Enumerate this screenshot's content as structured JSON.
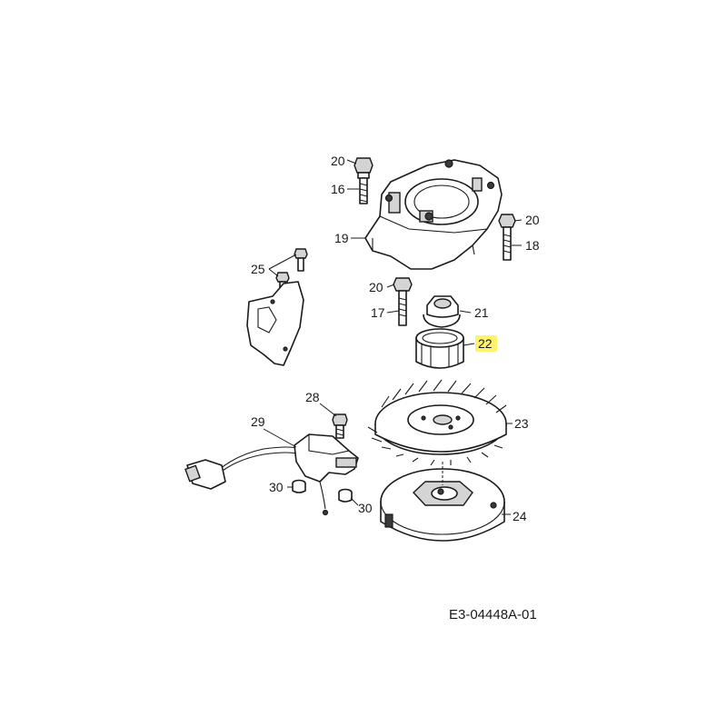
{
  "colors": {
    "highlight": "#fff36b",
    "ink": "#1a1a1a",
    "face": "#d4d4d4"
  },
  "callouts": {
    "c16": "16",
    "c17": "17",
    "c18": "18",
    "c19": "19",
    "c20a": "20",
    "c20b": "20",
    "c20c": "20",
    "c21": "21",
    "c22": "22",
    "c23": "23",
    "c24": "24",
    "c25": "25",
    "c28": "28",
    "c29": "29",
    "c30a": "30",
    "c30b": "30"
  },
  "highlighted_callout": "22",
  "reference_code": "E3-04448A-01"
}
